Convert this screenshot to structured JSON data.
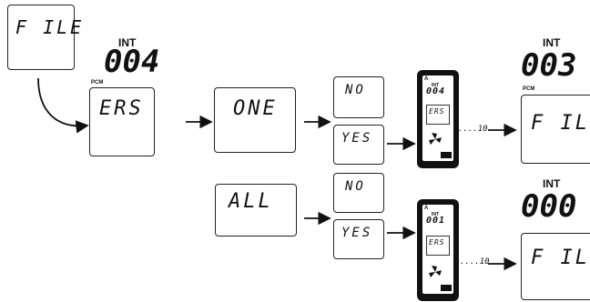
{
  "screens": {
    "file_start": "F ILE",
    "ers": "ERS",
    "one": "ONE",
    "all": "ALL",
    "no_1": "NO",
    "yes_1": "YES",
    "no_2": "NO",
    "yes_2": "YES",
    "file_end_1": "F ILE",
    "file_end_2": "F ILE"
  },
  "counters": {
    "int_label": "INT",
    "pcm_label": "PCM",
    "start_value": "004",
    "end_value_1": "003",
    "end_value_2": "000"
  },
  "devices": {
    "device_1": {
      "counter": "004",
      "screen": "ERS",
      "marker": "A"
    },
    "device_2": {
      "counter": "001",
      "screen": "ERS",
      "marker": "A"
    }
  },
  "timing": {
    "label": "10"
  },
  "colors": {
    "ink": "#111111",
    "device_body": "#111111",
    "background": "#ffffff"
  }
}
